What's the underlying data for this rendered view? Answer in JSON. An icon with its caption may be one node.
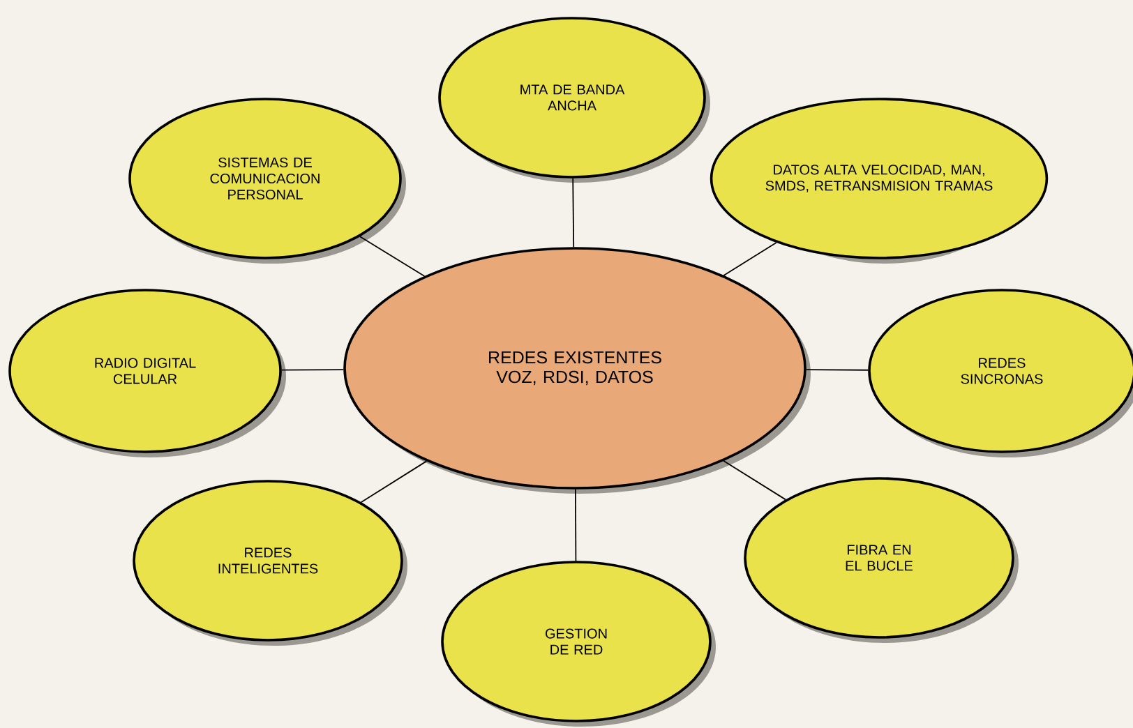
{
  "diagram": {
    "nodes": [
      {
        "text": [
          "MTA DE BANDA ANCHA"
        ]
      },
      {
        "text": [
          "SISTEMAS DE COMUNICACION PERSONAL"
        ]
      },
      {
        "text": [
          "DATOS ALTA VELOCIDAD, MAN, SMDS, RETRANSMISION TRAMAS"
        ]
      },
      {
        "text": [
          "RADIO DIGITAL CELULAR"
        ]
      },
      {
        "text": [
          "REDES EXISTENTES VOZ, RDSI, DATOS"
        ]
      },
      {
        "text": [
          "REDES SINCRONAS"
        ]
      },
      {
        "text": [
          "REDES INTELIGENTES"
        ]
      },
      {
        "text": [
          "FIBRA EN EL BUCLE"
        ]
      },
      {
        "text": [
          "GESTION DE RED"
        ]
      }
    ],
    "edges": [
      {
        "from": 4,
        "to": 0,
        "arrow": "none"
      },
      {
        "from": 4,
        "to": 1,
        "arrow": "none"
      },
      {
        "from": 4,
        "to": 2,
        "arrow": "none"
      },
      {
        "from": 4,
        "to": 3,
        "arrow": "none"
      },
      {
        "from": 4,
        "to": 5,
        "arrow": "none"
      },
      {
        "from": 4,
        "to": 6,
        "arrow": "none"
      },
      {
        "from": 4,
        "to": 7,
        "arrow": "none"
      },
      {
        "from": 4,
        "to": 8,
        "arrow": "none"
      }
    ]
  }
}
